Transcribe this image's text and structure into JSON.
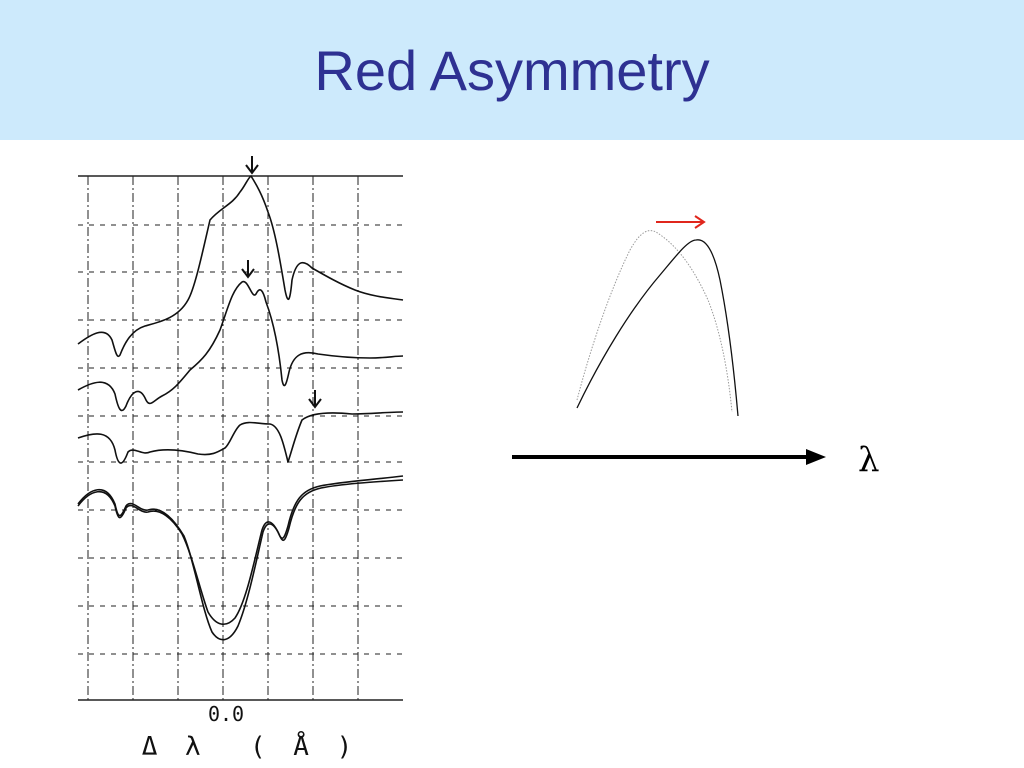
{
  "slide": {
    "title": "Red Asymmetry"
  },
  "spectra_panel": {
    "tick_label": "0.0",
    "x_axis_label": "Δ λ  ( Å )",
    "marker_icon": "down-arrow-icon"
  },
  "profile_diagram": {
    "axis_symbol": "λ",
    "shift_arrow_color": "#e0261c",
    "shift_arrow_icon": "right-arrow-icon",
    "axis_arrow_icon": "right-arrow-icon"
  }
}
